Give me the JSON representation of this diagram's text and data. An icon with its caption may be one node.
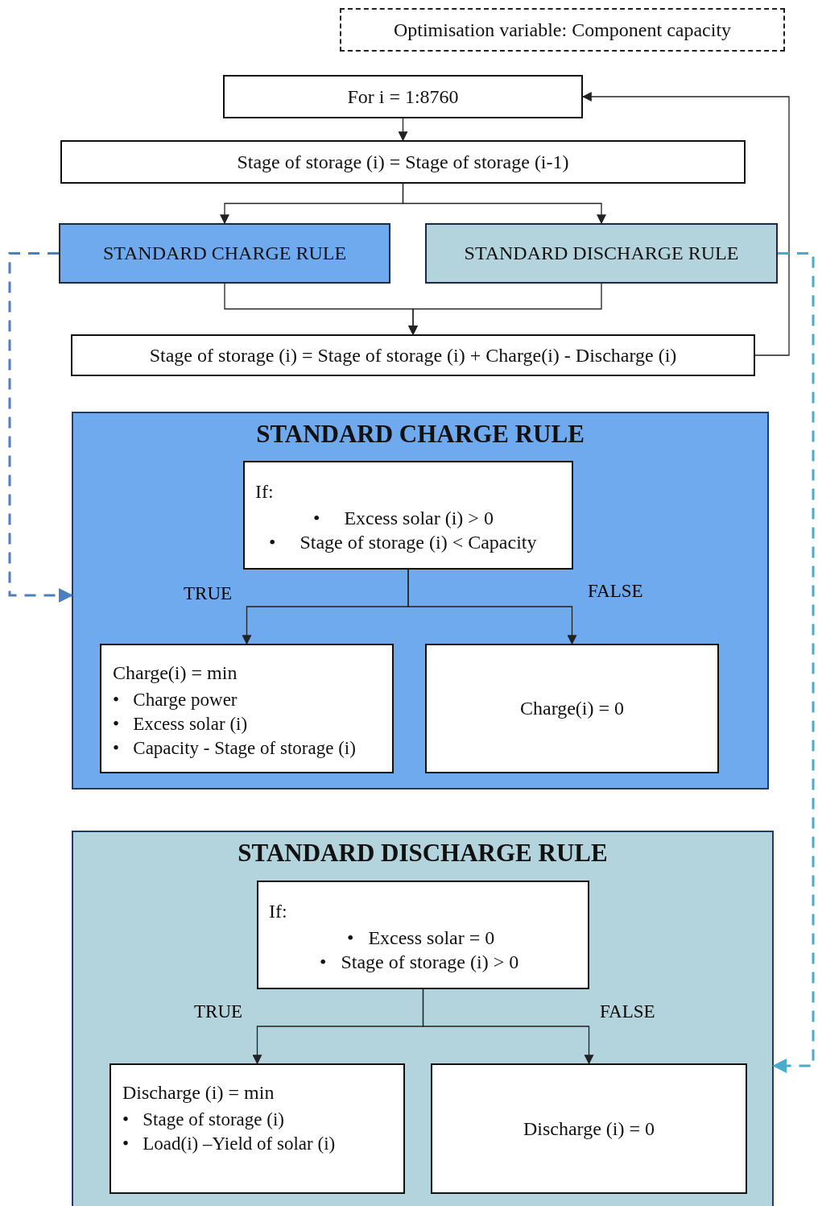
{
  "diagram": {
    "nodes": [
      {
        "text": [
          "Optimisation variable: Component capacity"
        ]
      },
      {
        "text": [
          "For i = 1:8760"
        ]
      },
      {
        "text": [
          "Stage of storage (i) = Stage of storage (i-1)"
        ]
      },
      {
        "text": [
          "STANDARD CHARGE RULE"
        ]
      },
      {
        "text": [
          "STANDARD DISCHARGE RULE"
        ]
      },
      {
        "text": [
          "Stage of storage (i) = Stage of storage (i) + Charge(i) - Discharge (i)"
        ]
      },
      {
        "text": [
          "STANDARD CHARGE RULE"
        ]
      },
      {
        "text": [
          "If:",
          "•     Excess solar (i) > 0",
          "•     Stage of storage (i) < Capacity"
        ],
        "in": 6
      },
      {
        "text": [
          "Charge(i) = min",
          "•   Charge power",
          "•   Excess solar (i)",
          "•   Capacity - Stage of storage (i)"
        ],
        "in": 6
      },
      {
        "text": [
          "Charge(i) = 0"
        ],
        "in": 6
      },
      {
        "text": [
          "STANDARD DISCHARGE RULE"
        ]
      },
      {
        "text": [
          "If:",
          "•   Excess solar = 0",
          "•   Stage of storage (i) > 0"
        ],
        "in": 10
      },
      {
        "text": [
          "Discharge (i) = min",
          "•   Stage of storage (i)",
          "•   Load(i) –Yield of solar (i)"
        ],
        "in": 10
      },
      {
        "text": [
          "Discharge (i) = 0"
        ],
        "in": 10
      }
    ],
    "edges": [
      {
        "from": 1,
        "to": 2,
        "arrow": "to"
      },
      {
        "from": 2,
        "to": 3,
        "arrow": "to"
      },
      {
        "from": 2,
        "to": 4,
        "arrow": "to"
      },
      {
        "from": 3,
        "to": 5,
        "arrow": "to"
      },
      {
        "from": 4,
        "to": 5,
        "arrow": "to"
      },
      {
        "from": 5,
        "to": 1,
        "arrow": "to"
      },
      {
        "from": 3,
        "to": 6,
        "arrow": "to",
        "style": "dashed",
        "color": "#4a7fc1"
      },
      {
        "from": 4,
        "to": 10,
        "arrow": "to",
        "style": "dashed",
        "color": "#4aaccc"
      },
      {
        "from": 7,
        "to": 8,
        "arrow": "to",
        "label": "TRUE"
      },
      {
        "from": 7,
        "to": 9,
        "arrow": "to",
        "label": "FALSE"
      },
      {
        "from": 11,
        "to": 12,
        "arrow": "to",
        "label": "TRUE"
      },
      {
        "from": 11,
        "to": 13,
        "arrow": "to",
        "label": "FALSE"
      }
    ]
  }
}
